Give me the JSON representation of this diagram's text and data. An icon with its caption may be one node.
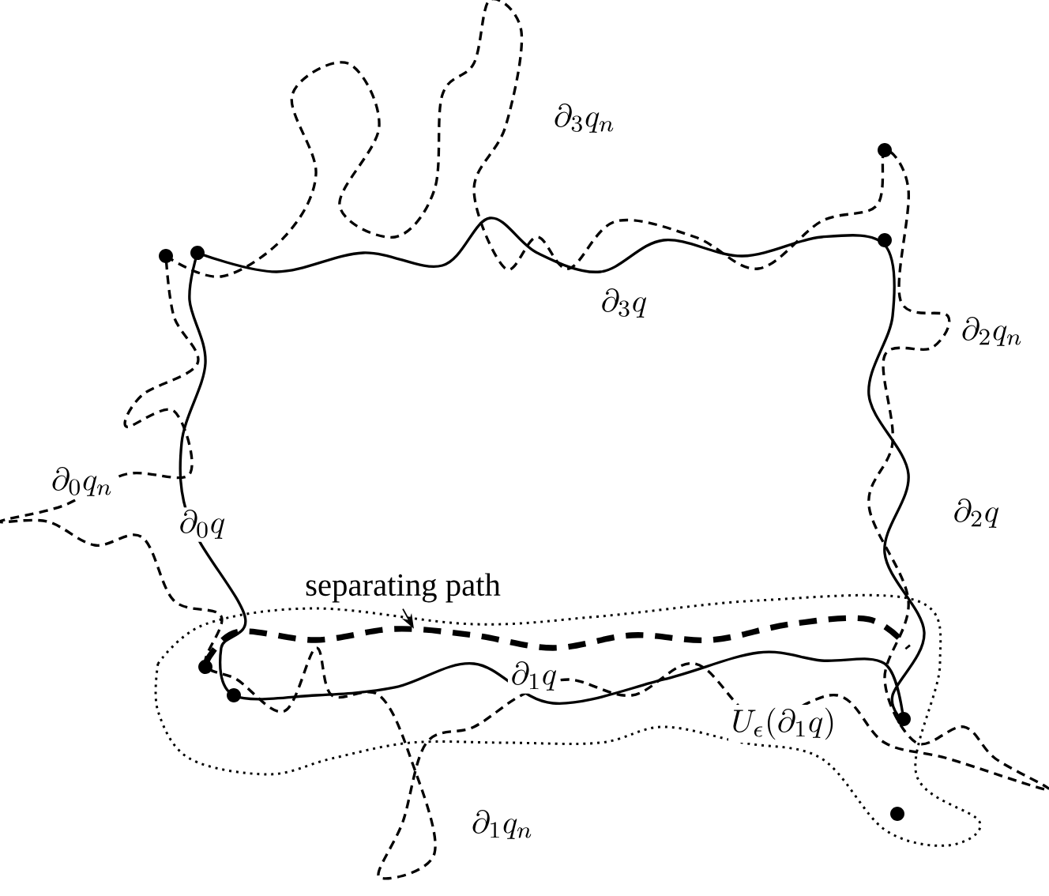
{
  "diagram": {
    "nodes": [
      {
        "text": [
          "separating path"
        ]
      },
      {
        "text": [],
        "shape": "line"
      }
    ],
    "edges": [
      {
        "from": 0,
        "to": 1,
        "arrow": "to"
      }
    ],
    "labels": [
      "\\partial_3 q_n",
      "\\partial_3 q",
      "\\partial_2 q_n",
      "\\partial_0 q_n",
      "\\partial_2 q",
      "\\partial_0 q",
      "\\partial_1 q",
      "U_\\epsilon(\\partial_1 q)",
      "\\partial_1 q_n"
    ]
  }
}
